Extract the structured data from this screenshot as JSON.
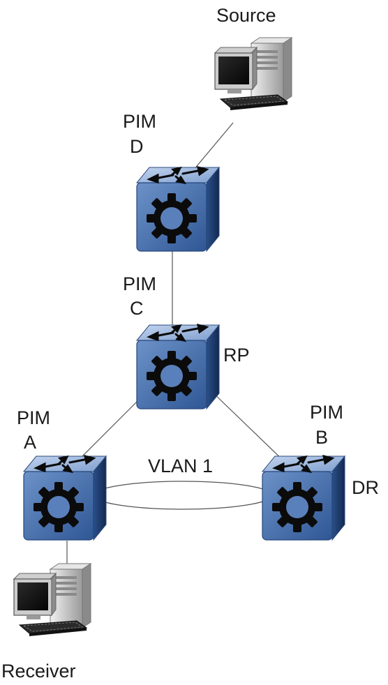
{
  "labels": {
    "source": "Source",
    "receiver": "Receiver",
    "pim_d_line1": "PIM",
    "pim_d_line2": "D",
    "pim_c_line1": "PIM",
    "pim_c_line2": "C",
    "pim_a_line1": "PIM",
    "pim_a_line2": "A",
    "pim_b_line1": "PIM",
    "pim_b_line2": "B",
    "rp": "RP",
    "dr": "DR",
    "vlan": "VLAN 1"
  },
  "icons": {
    "router": "router-icon",
    "computer": "computer-icon"
  },
  "colors": {
    "router_front": "#4a72ae",
    "router_top": "#90acd6",
    "router_side": "#1f3c6e",
    "gear": "#0b0b0b",
    "link": "#555555"
  }
}
